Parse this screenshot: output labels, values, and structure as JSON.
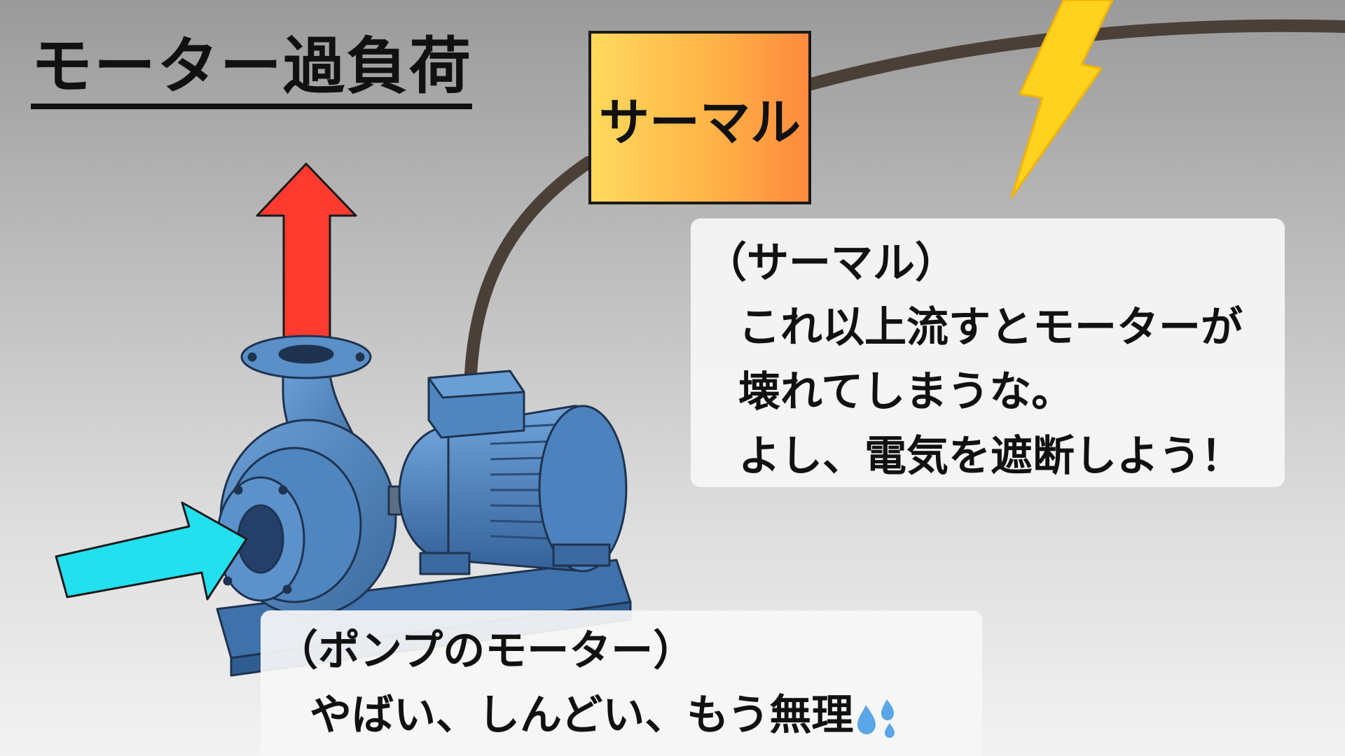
{
  "title": "モーター過負荷",
  "thermal_label": "サーマル",
  "thermal_bubble": {
    "speaker": "（サーマル）",
    "lines": [
      "これ以上流すとモーターが",
      "壊れてしまうな。",
      "よし、電気を遮断しよう！"
    ]
  },
  "motor_bubble": {
    "speaker": "（ポンプのモーター）",
    "line": "やばい、しんどい、もう無理"
  },
  "icons": {
    "outlet_arrow": "red-up-arrow-icon",
    "inlet_arrow": "cyan-right-arrow-icon",
    "lightning": "lightning-bolt-icon",
    "sweat": "sweat-drops-icon"
  },
  "colors": {
    "outlet_arrow": "#ff3b30",
    "inlet_arrow": "#22e0ee",
    "lightning": "#ffd21f",
    "pump_body": "#4a7fb8",
    "wire": "#4a4038",
    "thermal_gradient_start": "#ffd95c",
    "thermal_gradient_end": "#ff8a3d"
  }
}
